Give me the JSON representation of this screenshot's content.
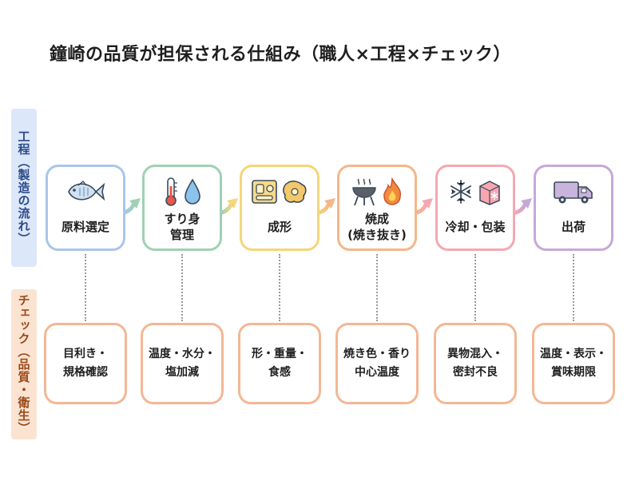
{
  "title": "鐘崎の品質が担保される仕組み（職人×工程×チェック）",
  "row_labels": {
    "process": "工程（製造の流れ）",
    "check": "チェック（品質・衛生）"
  },
  "steps": [
    {
      "label": "原料選定",
      "icons": [
        "fish-icon"
      ],
      "color": "#a9c6ea",
      "check": "目利き・\n規格確認"
    },
    {
      "label": "すり身\n管理",
      "icons": [
        "thermometer-icon",
        "water-drop-icon"
      ],
      "color": "#9fd1b4",
      "check": "温度・水分・\n塩加減"
    },
    {
      "label": "成形",
      "icons": [
        "mold-tray-icon",
        "shaped-piece-icon"
      ],
      "color": "#f3d67a",
      "check": "形・重量・\n食感"
    },
    {
      "label": "焼成\n(焼き抜き)",
      "icons": [
        "grill-icon",
        "flame-icon"
      ],
      "color": "#f5b68a",
      "check": "焼き色・香り\n中心温度"
    },
    {
      "label": "冷却・包装",
      "icons": [
        "snowflake-icon",
        "cold-box-icon"
      ],
      "color": "#f3a8b2",
      "check": "異物混入・\n密封不良"
    },
    {
      "label": "出荷",
      "icons": [
        "truck-icon"
      ],
      "color": "#c6a8d8",
      "check": "温度・表示・\n賞味期限"
    }
  ]
}
